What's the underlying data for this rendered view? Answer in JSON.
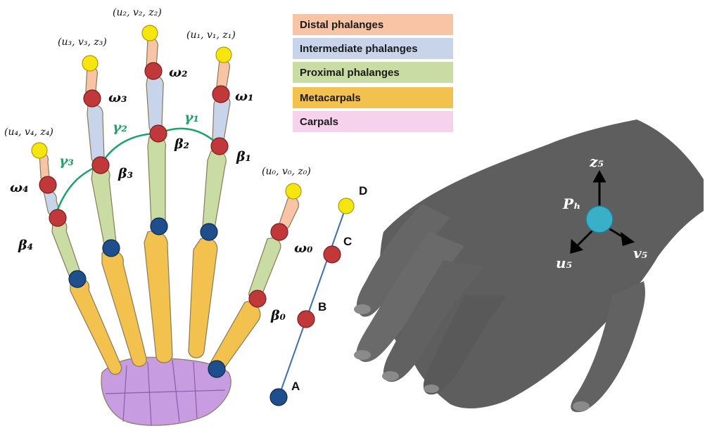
{
  "legend": [
    {
      "label": "Distal phalanges",
      "color": "#f7c4a5"
    },
    {
      "label": "Intermediate phalanges",
      "color": "#c7d4ea"
    },
    {
      "label": "Proximal phalanges",
      "color": "#c8dca3"
    },
    {
      "label": "Metacarpals",
      "color": "#f2c14e"
    },
    {
      "label": "Carpals",
      "color": "#f6d2ec"
    }
  ],
  "coords": {
    "c0": "(u₀, v₀, z₀)",
    "c1": "(u₁, v₁, z₁)",
    "c2": "(u₂, v₂, z₂)",
    "c3": "(u₃, v₃, z₃)",
    "c4": "(u₄, v₄, z₄)"
  },
  "omega": {
    "w0": "ω₀",
    "w1": "ω₁",
    "w2": "ω₂",
    "w3": "ω₃",
    "w4": "ω₄"
  },
  "beta": {
    "b0": "β₀",
    "b1": "β₁",
    "b2": "β₂",
    "b3": "β₃",
    "b4": "β₄"
  },
  "gamma": {
    "g1": "γ₁",
    "g2": "γ₂",
    "g3": "γ₃"
  },
  "chain_points": {
    "a": "A",
    "b": "B",
    "c": "C",
    "d": "D"
  },
  "hand_frame": {
    "origin": "Pₕ",
    "z": "z₅",
    "u": "u₅",
    "v": "v₅"
  },
  "colors": {
    "tip_joint": "#f5e60f",
    "red_joint": "#c0383a",
    "blue_joint": "#1f4e8c",
    "gamma_arc": "#1aa36a",
    "hand_origin": "#3ab0c8",
    "hand_mesh": "#5a5a5a",
    "carpals_bone": "#c79ce0"
  }
}
